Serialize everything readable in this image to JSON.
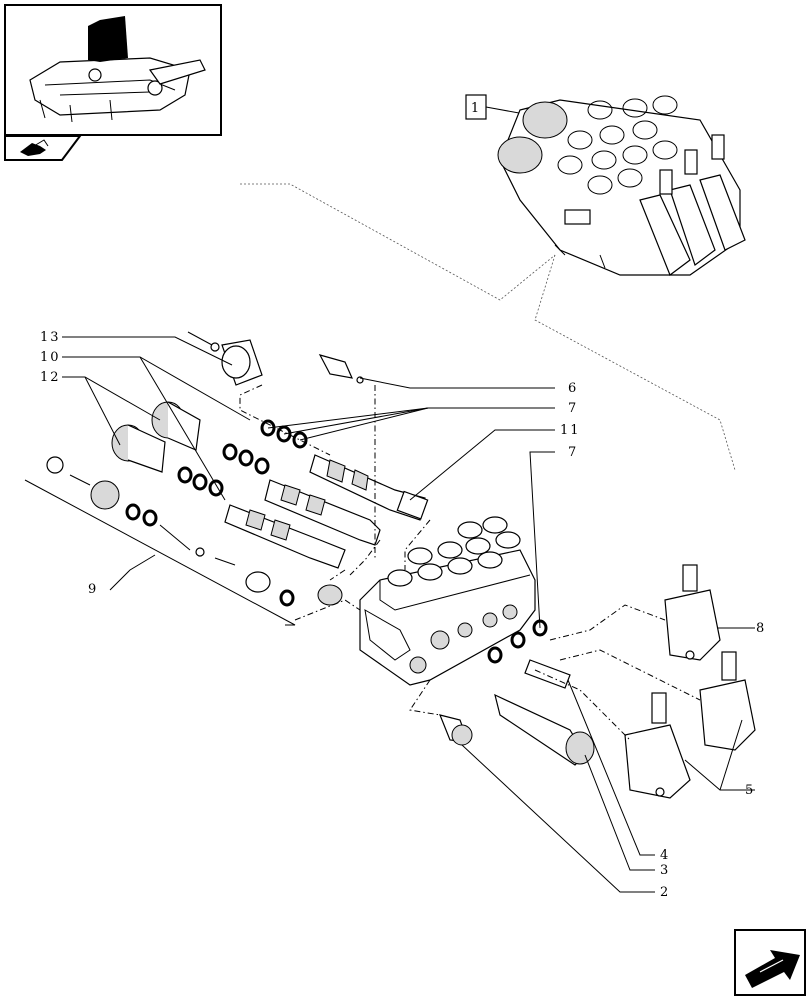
{
  "diagram": {
    "assembly_label": "1",
    "callouts": [
      "13",
      "10",
      "12",
      "6",
      "7",
      "11",
      "7",
      "9",
      "8",
      "5",
      "4",
      "3",
      "2"
    ]
  },
  "colors": {
    "line": "#000000",
    "background": "#ffffff",
    "shade": "#d9d9d9"
  },
  "icons": {
    "thumbnail": "tractor-rear-housing-thumbnail-icon",
    "section_tab": "book-arrow-icon",
    "next_page": "next-arrow-icon"
  }
}
